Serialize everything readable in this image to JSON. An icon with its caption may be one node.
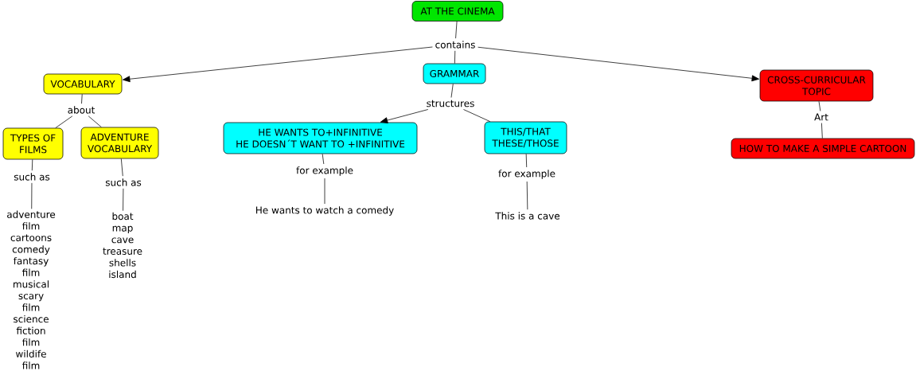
{
  "diagram": {
    "nodes": [
      {
        "text": [
          "AT THE CINEMA"
        ]
      },
      {
        "text": [
          "contains"
        ]
      },
      {
        "text": [
          "VOCABULARY"
        ]
      },
      {
        "text": [
          "GRAMMAR"
        ]
      },
      {
        "text": [
          "CROSS-CURRICULAR TOPIC"
        ]
      },
      {
        "text": [
          "about"
        ]
      },
      {
        "text": [
          "structures"
        ]
      },
      {
        "text": [
          "Art"
        ]
      },
      {
        "text": [
          "TYPES OF FILMS"
        ]
      },
      {
        "text": [
          "ADVENTURE VOCABULARY"
        ]
      },
      {
        "text": [
          "HE WANTS TO+INFINITIVE HE DOESN´T WANT TO +INFINITIVE"
        ]
      },
      {
        "text": [
          "THIS/THAT THESE/THOSE"
        ]
      },
      {
        "text": [
          "HOW TO MAKE A SIMPLE CARTOON"
        ]
      },
      {
        "text": [
          "such as"
        ]
      },
      {
        "text": [
          "such as"
        ]
      },
      {
        "text": [
          "for example"
        ]
      },
      {
        "text": [
          "for example"
        ]
      },
      {
        "text": [
          "adventure film cartoons comedy fantasy film musical scary film science fiction film wildife film"
        ]
      },
      {
        "text": [
          "He wants to watch a comedy"
        ]
      },
      {
        "text": [
          "This is a cave"
        ]
      },
      {
        "text": [
          "boat map cave treasure shells island"
        ]
      }
    ],
    "edges": [
      {
        "from": 0,
        "to": 1,
        "arrow": "none"
      },
      {
        "from": 1,
        "to": 2,
        "arrow": "to"
      },
      {
        "from": 1,
        "to": 3,
        "arrow": "none"
      },
      {
        "from": 1,
        "to": 4,
        "arrow": "to"
      },
      {
        "from": 2,
        "to": 5,
        "arrow": "none"
      },
      {
        "from": 5,
        "to": 8,
        "arrow": "none"
      },
      {
        "from": 5,
        "to": 9,
        "arrow": "none"
      },
      {
        "from": 8,
        "to": 13,
        "arrow": "none"
      },
      {
        "from": 13,
        "to": 17,
        "arrow": "none"
      },
      {
        "from": 9,
        "to": 14,
        "arrow": "none"
      },
      {
        "from": 14,
        "to": 20,
        "arrow": "none"
      },
      {
        "from": 3,
        "to": 6,
        "arrow": "none"
      },
      {
        "from": 6,
        "to": 10,
        "arrow": "to"
      },
      {
        "from": 6,
        "to": 11,
        "arrow": "none"
      },
      {
        "from": 10,
        "to": 15,
        "arrow": "none"
      },
      {
        "from": 15,
        "to": 18,
        "arrow": "none"
      },
      {
        "from": 11,
        "to": 16,
        "arrow": "none"
      },
      {
        "from": 16,
        "to": 19,
        "arrow": "none"
      },
      {
        "from": 4,
        "to": 7,
        "arrow": "none"
      },
      {
        "from": 7,
        "to": 12,
        "arrow": "none"
      }
    ]
  }
}
